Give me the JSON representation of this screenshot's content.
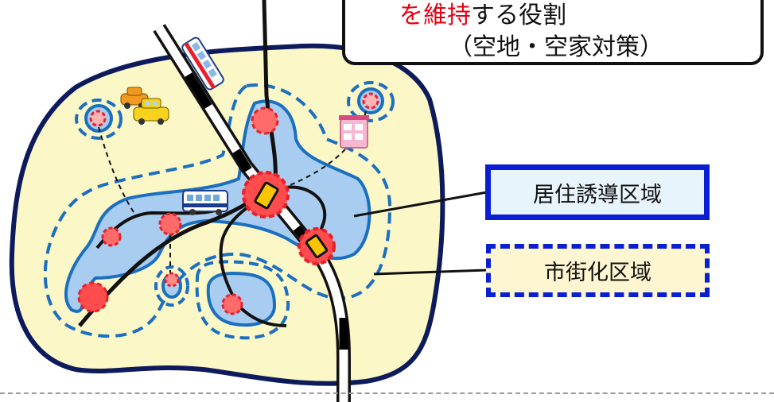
{
  "callout": {
    "line1_highlight": "を維持",
    "line1_rest": "する役割",
    "line2": "（空地・空家対策）"
  },
  "legend": {
    "residential_label": "居住誘導区域",
    "urban_label": "市街化区域"
  },
  "colors": {
    "land_fill": "#fbf7c6",
    "land_border": "#0d1a5c",
    "residential_fill": "#a9cdf0",
    "zone_outline": "#1a6fc0",
    "center_marker": "#e8202a",
    "rail_white": "#ffffff",
    "rail_black": "#000000",
    "station": "#f7c600",
    "legend_border": "#0a1fd4",
    "highlight_text": "#e60012"
  },
  "icons": [
    "car-icon",
    "taxi-icon",
    "bus-icon",
    "tram-icon",
    "shopping-cart-icon",
    "shop-icon"
  ]
}
